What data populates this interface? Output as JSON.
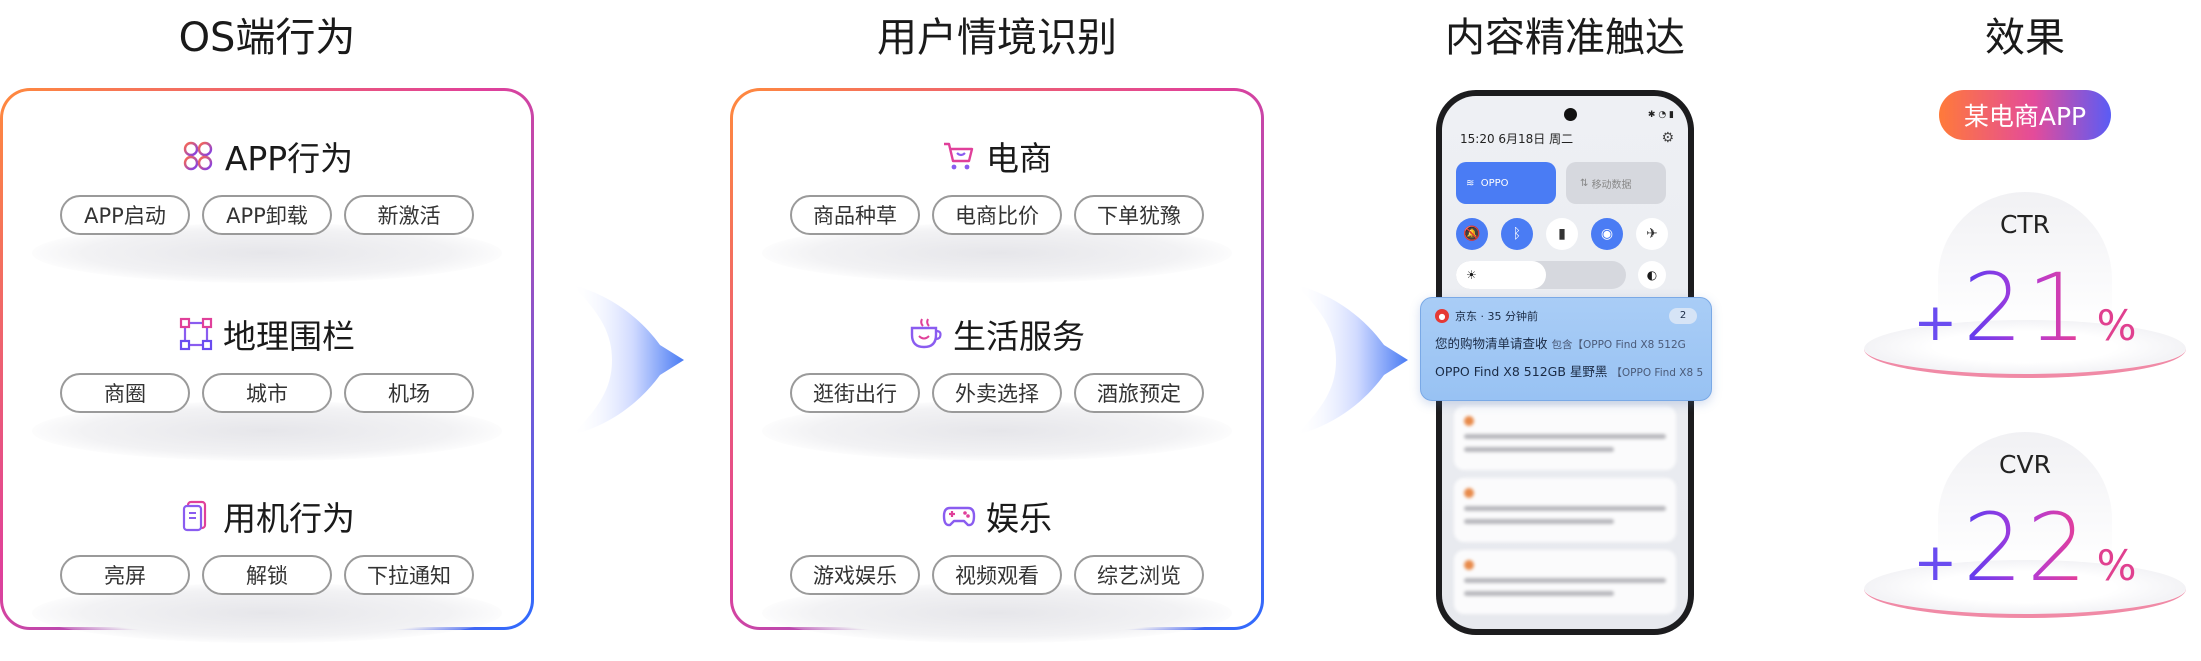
{
  "columns": {
    "os": {
      "title": "OS端行为",
      "groups": [
        {
          "title": "APP行为",
          "icon": "app-grid-icon",
          "tags": [
            "APP启动",
            "APP卸载",
            "新激活"
          ]
        },
        {
          "title": "地理围栏",
          "icon": "geo-fence-icon",
          "tags": [
            "商圈",
            "城市",
            "机场"
          ]
        },
        {
          "title": "用机行为",
          "icon": "phone-usage-icon",
          "tags": [
            "亮屏",
            "解锁",
            "下拉通知"
          ]
        }
      ]
    },
    "context": {
      "title": "用户情境识别",
      "groups": [
        {
          "title": "电商",
          "icon": "shopping-cart-icon",
          "tags": [
            "商品种草",
            "电商比价",
            "下单犹豫"
          ]
        },
        {
          "title": "生活服务",
          "icon": "coffee-cup-icon",
          "tags": [
            "逛街出行",
            "外卖选择",
            "酒旅预定"
          ]
        },
        {
          "title": "娱乐",
          "icon": "gamepad-icon",
          "tags": [
            "游戏娱乐",
            "视频观看",
            "综艺浏览"
          ]
        }
      ]
    },
    "reach": {
      "title": "内容精准触达",
      "phone": {
        "time": "15:20 6月18日 周二",
        "wifi_label": "OPPO",
        "data_label": "移动数据",
        "notification": {
          "app": "京东 · 35 分钟前",
          "count": "2",
          "line1": "您的购物清单请查收",
          "line1_extra": "包含【OPPO Find X8 512G",
          "line2": "OPPO Find X8 512GB 星野黑",
          "line2_extra": "【OPPO Find X8 5"
        }
      }
    },
    "effect": {
      "title": "效果",
      "badge": "某电商APP",
      "metrics": [
        {
          "label": "CTR",
          "plus": "+",
          "value": "21",
          "unit": "%"
        },
        {
          "label": "CVR",
          "plus": "+",
          "value": "22",
          "unit": "%"
        }
      ]
    }
  },
  "colors": {
    "card_gradient": [
      "#ff8a3d",
      "#e0409a",
      "#2d6bff"
    ],
    "arrow": "#4a7cf4",
    "notification_bg": "#a9cdf6"
  }
}
